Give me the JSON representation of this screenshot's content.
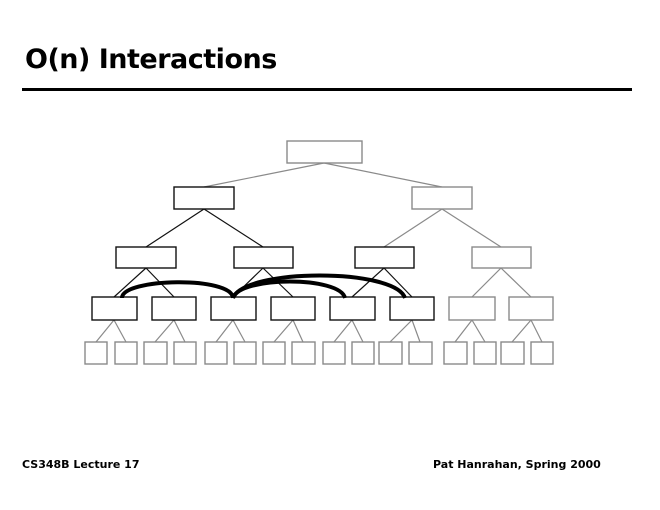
{
  "slide": {
    "title": "O(n) Interactions",
    "footer_left": "CS348B Lecture 17",
    "footer_right": "Pat Hanrahan, Spring 2000"
  },
  "diagram": {
    "type": "binary-tree",
    "levels": 5,
    "highlighted_color": "#111111",
    "inactive_color": "#8a8a8a",
    "interaction_arcs": 3
  }
}
